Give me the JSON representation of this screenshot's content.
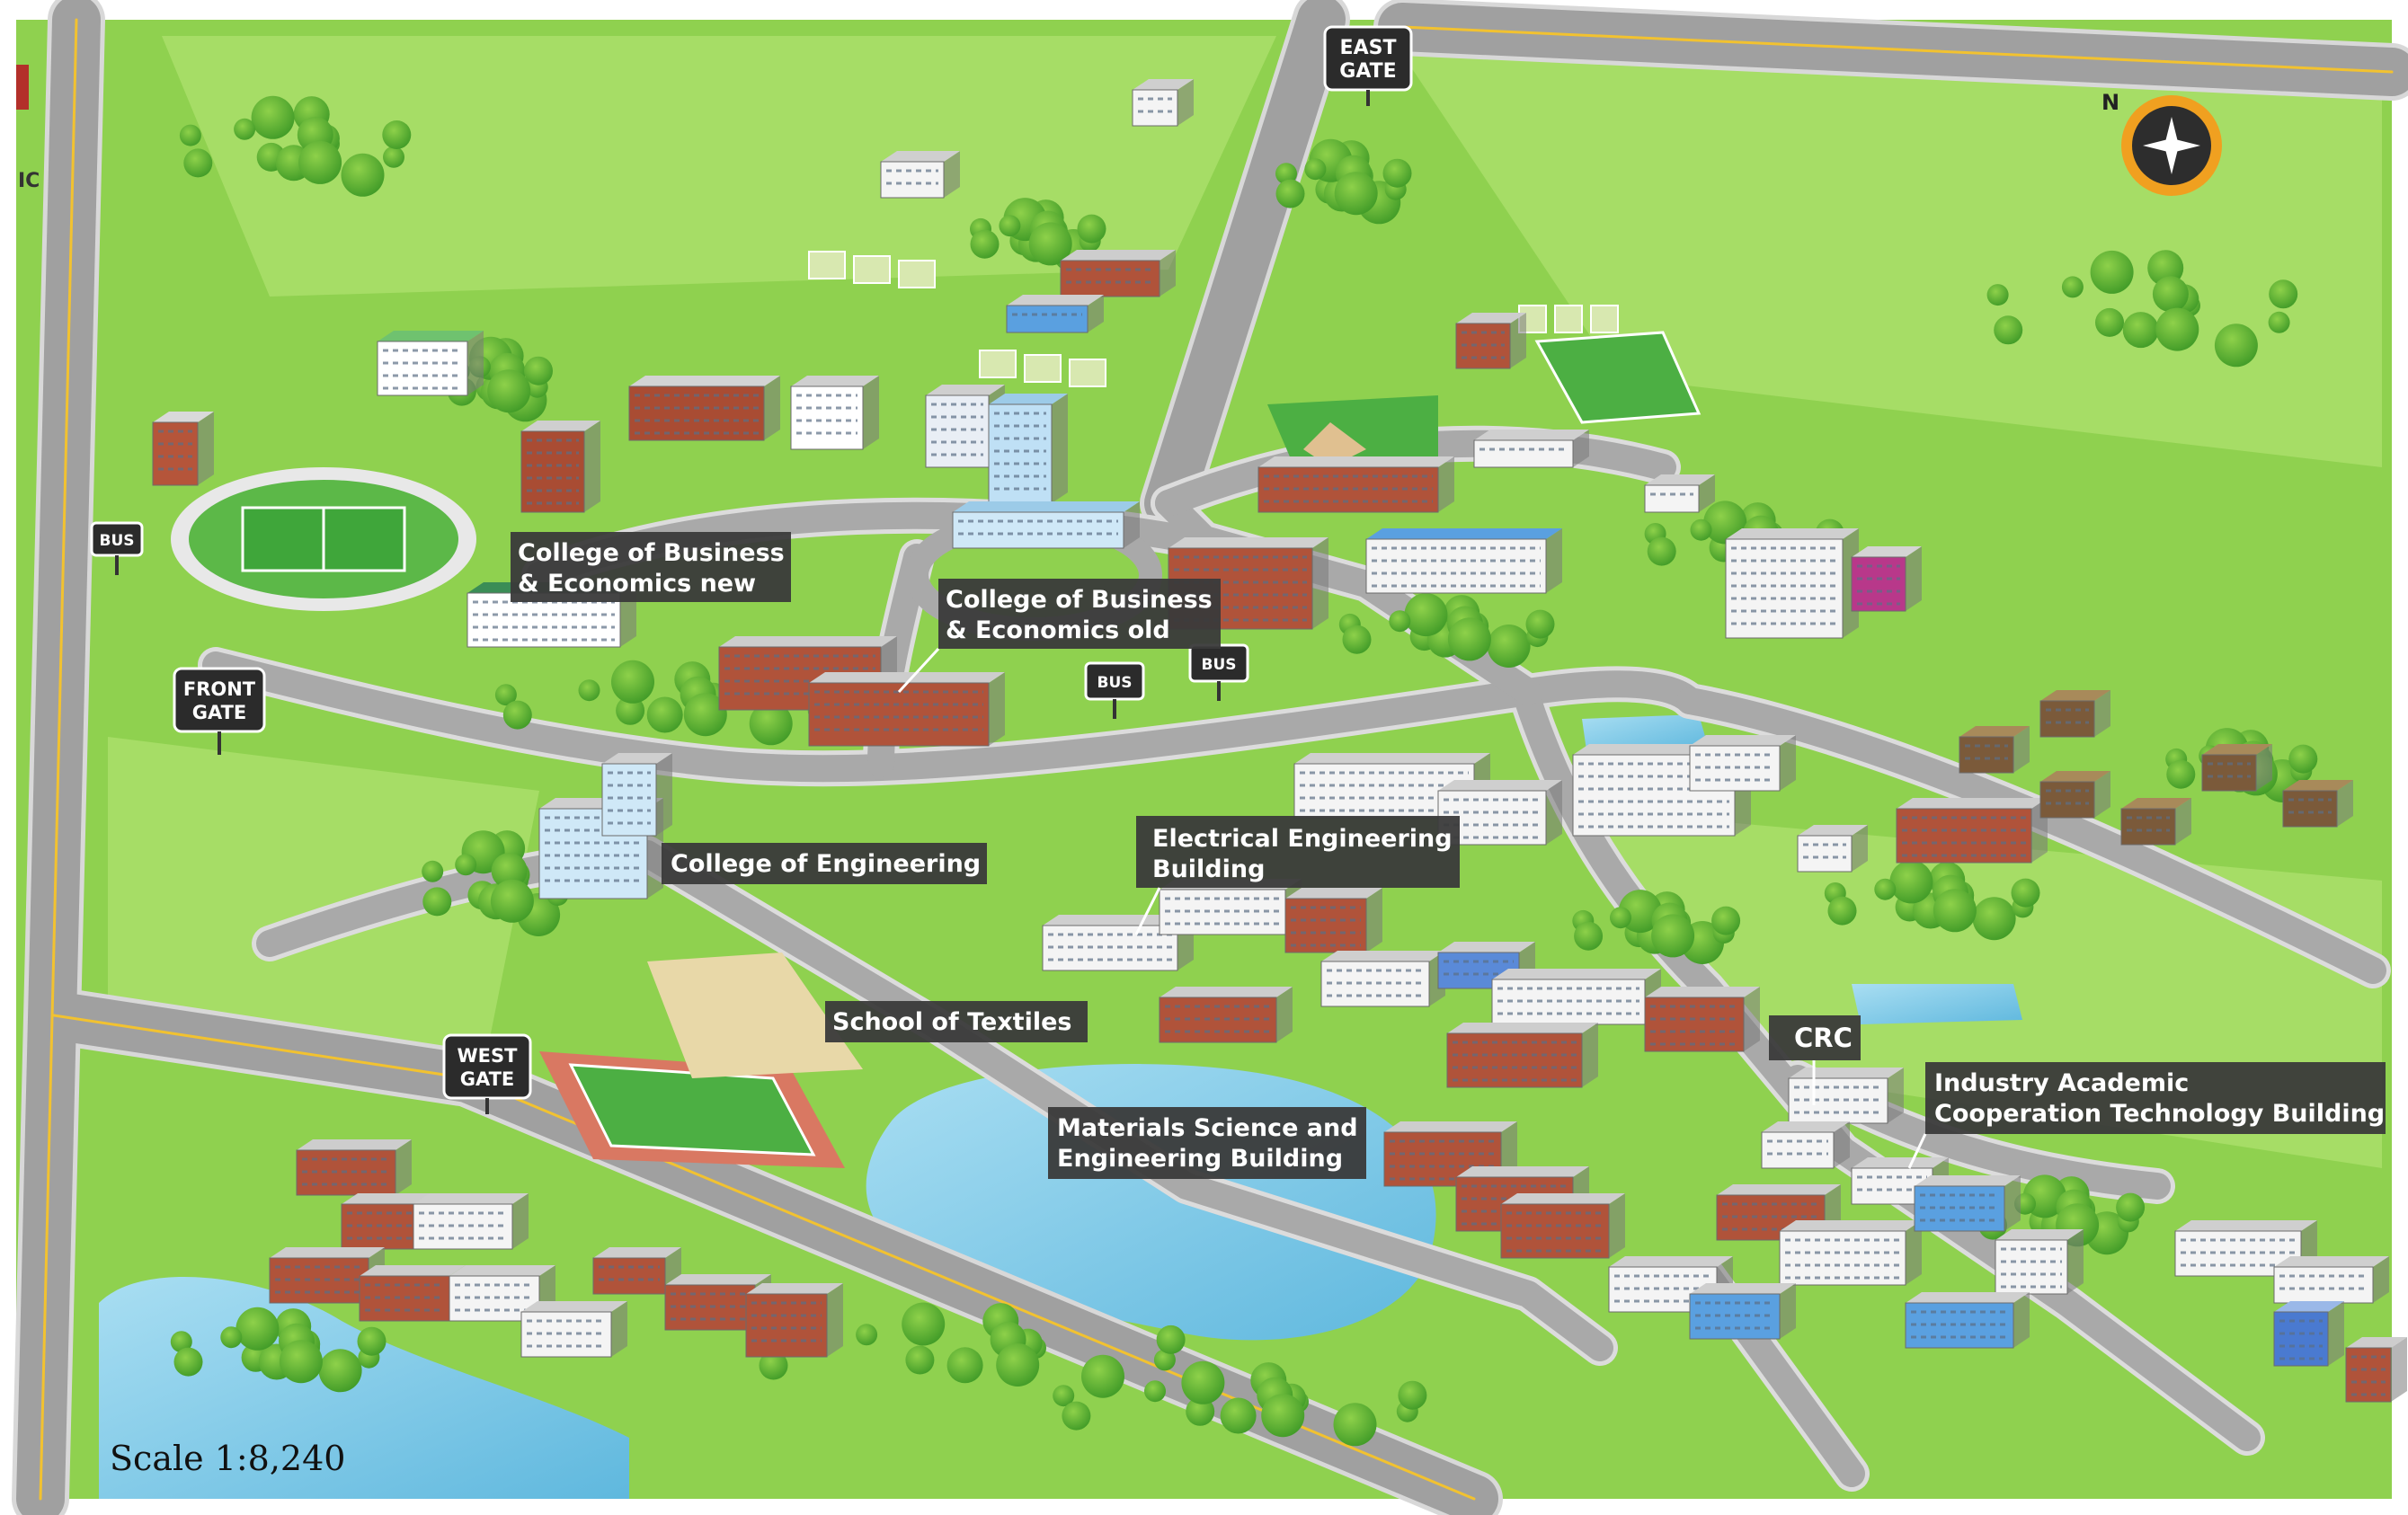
{
  "colors": {
    "grass": "#8fd14f",
    "grass_light": "#a9df6b",
    "road": "#9a9a9a",
    "road_edge": "#d4d4d4",
    "water": "#8fd0ec",
    "label_bg": "#3a3a3a",
    "brick": "#b5553a",
    "sign_bg": "#2b2b2b",
    "compass": "#f0a020"
  },
  "logo": {
    "text": "IC"
  },
  "compass": {
    "north_label": "N",
    "icon": "compass-icon"
  },
  "gates": {
    "east": {
      "line1": "EAST",
      "line2": "GATE"
    },
    "front": {
      "line1": "FRONT",
      "line2": "GATE"
    },
    "west": {
      "line1": "WEST",
      "line2": "GATE"
    }
  },
  "bus_stops": [
    "BUS",
    "BUS",
    "BUS"
  ],
  "buildings": [
    {
      "id": "cbe-new",
      "line1": "College of Business",
      "line2": "& Economics new"
    },
    {
      "id": "cbe-old",
      "line1": "College of Business",
      "line2": "& Economics  old"
    },
    {
      "id": "eng",
      "line1": "College of Engineering",
      "line2": ""
    },
    {
      "id": "ee",
      "line1": "Electrical Engineering",
      "line2": "Building"
    },
    {
      "id": "textiles",
      "line1": "School of Textiles",
      "line2": ""
    },
    {
      "id": "crc",
      "line1": "CRC",
      "line2": ""
    },
    {
      "id": "mse",
      "line1": "Materials Science and",
      "line2": "Engineering Building"
    },
    {
      "id": "iact",
      "line1": "Industry Academic",
      "line2": "Cooperation Technology Building"
    }
  ],
  "scale": {
    "text": "Scale 1:8,240"
  }
}
